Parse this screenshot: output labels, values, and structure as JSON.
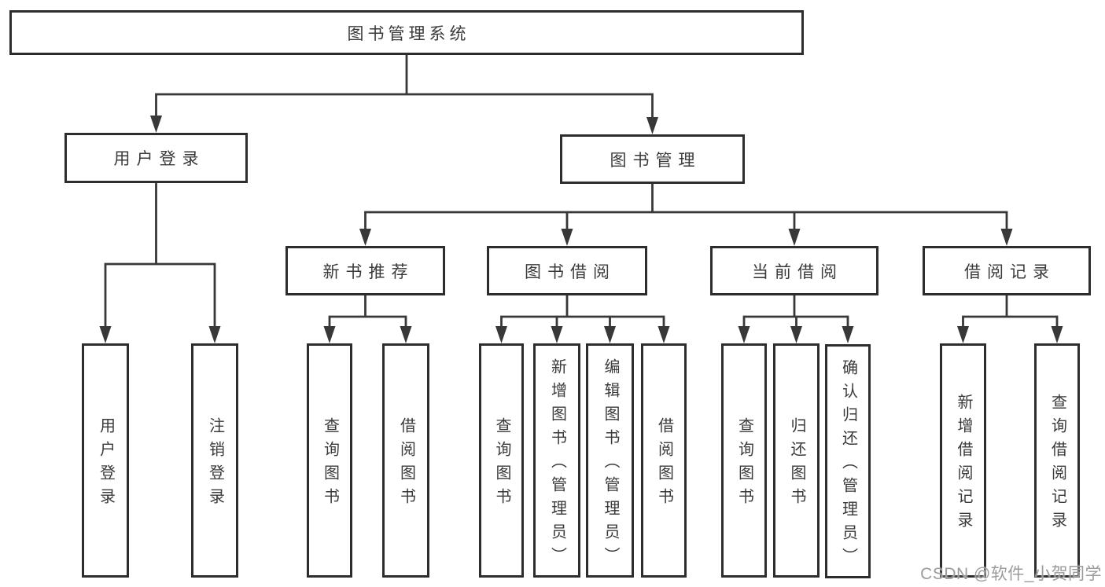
{
  "nodes": {
    "root": "图书管理系统",
    "user_login": "用户登录",
    "book_mgmt": "图书管理",
    "new_book_rec": "新书推荐",
    "book_borrow": "图书借阅",
    "current_borrow": "当前借阅",
    "borrow_records": "借阅记录",
    "leaf_user_login": "用户登录",
    "leaf_logout": "注销登录",
    "leaf_query_book_1": "查询图书",
    "leaf_borrow_book_1": "借阅图书",
    "leaf_query_book_2": "查询图书",
    "leaf_add_book": "新增图书（管理员）",
    "leaf_edit_book": "编辑图书（管理员）",
    "leaf_borrow_book_2": "借阅图书",
    "leaf_query_book_3": "查询图书",
    "leaf_return_book": "归还图书",
    "leaf_confirm_return": "确认归还（管理员）",
    "leaf_add_record": "新增借阅记录",
    "leaf_query_record": "查询借阅记录"
  },
  "hierarchy": {
    "图书管理系统": {
      "用户登录": [
        "用户登录",
        "注销登录"
      ],
      "图书管理": {
        "新书推荐": [
          "查询图书",
          "借阅图书"
        ],
        "图书借阅": [
          "查询图书",
          "新增图书（管理员）",
          "编辑图书（管理员）",
          "借阅图书"
        ],
        "当前借阅": [
          "查询图书",
          "归还图书",
          "确认归还（管理员）"
        ],
        "借阅记录": [
          "新增借阅记录",
          "查询借阅记录"
        ]
      }
    }
  },
  "watermark": "CSDN @软件_小贺同学",
  "colors": {
    "background": "#ffffff",
    "line": "#383838",
    "box_border": "#2d2d2d",
    "text": "#3a3a3a",
    "watermark": "#9b9b9b"
  }
}
